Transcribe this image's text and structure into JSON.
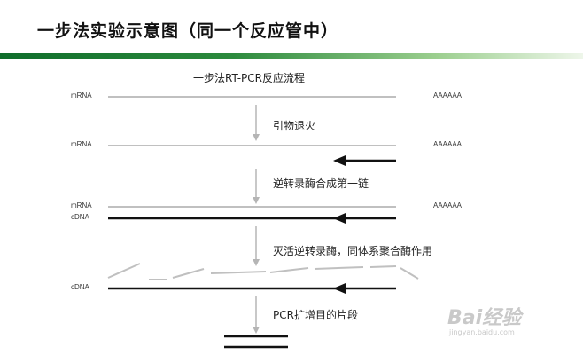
{
  "title": "一步法实验示意图（同一个反应管中）",
  "flow_title": "一步法RT-PCR反应流程",
  "labels": {
    "mrna_1": "mRNA",
    "mrna_2": "mRNA",
    "mrna_3": "mRNA",
    "cdna_1": "cDNA",
    "cdna_2": "cDNA",
    "polya_1": "AAAAAA",
    "polya_2": "AAAAAA",
    "polya_3": "AAAAAA"
  },
  "steps": [
    "引物退火",
    "逆转录酶合成第一链",
    "灭活逆转录酶，同体系聚合酶作用",
    "PCR扩增目的片段"
  ],
  "watermark": {
    "logo": "Bai经验",
    "url": "jingyan.baidu.com"
  },
  "colors": {
    "rna_line": "#c0c0c0",
    "dna_line": "#111111",
    "process_arrow": "#b5b5b5",
    "title_rule": "#1f7a35"
  }
}
